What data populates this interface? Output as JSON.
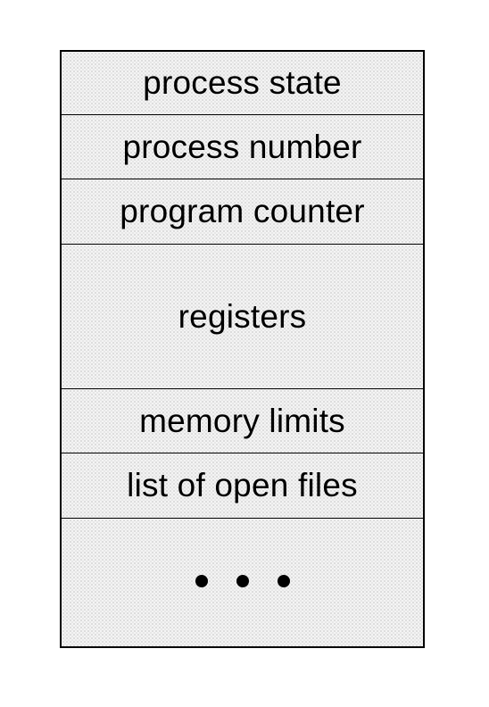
{
  "diagram": {
    "fields": [
      "process state",
      "process number",
      "program counter",
      "registers",
      "memory limits",
      "list of open files"
    ],
    "continuation": "• • •"
  }
}
